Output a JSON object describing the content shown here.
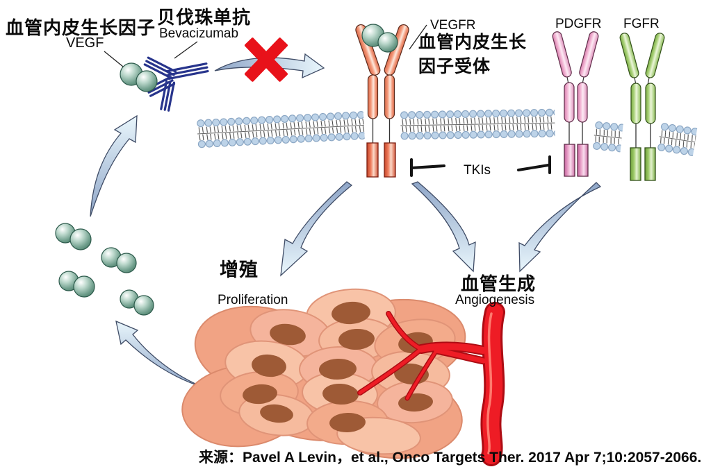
{
  "labels": {
    "growth_factor_cn": "血管内皮生长因子",
    "growth_factor_en": "VEGF",
    "antibody_cn": "贝伐珠单抗",
    "antibody_en": "Bevacizumab",
    "vegfr_abbr": "VEGFR",
    "vegfr_cn_line1": "血管内皮生长",
    "vegfr_cn_line2": "因子受体",
    "pdgfr": "PDGFR",
    "fgfr": "FGFR",
    "tkis": "TKIs",
    "proliferation_cn": "增殖",
    "proliferation_en": "Proliferation",
    "angiogenesis_cn": "血管生成",
    "angiogenesis_en": "Angiogenesis"
  },
  "citation": "来源：Pavel A Levin，et al., Onco Targets Ther. 2017 Apr 7;10:2057-2066.",
  "colors": {
    "vegf_sphere_green": "#4e806c",
    "antibody_blue": "#27348c",
    "block_x_red": "#e8121a",
    "vegfr_salmon": "#f0907a",
    "vegfr_intracellular_red": "#e2543a",
    "pdgfr_pink": "#f4c3dc",
    "fgfr_green": "#9ccc60",
    "membrane_blue": "#b9d0e6",
    "arrow_fill_light": "#e9f6fc",
    "arrow_fill_dark": "#8fa6c8",
    "tumor_cell_peach": "#f5b49c",
    "nucleus_brown": "#9e5a36",
    "vessel_red": "#ee1c25"
  }
}
